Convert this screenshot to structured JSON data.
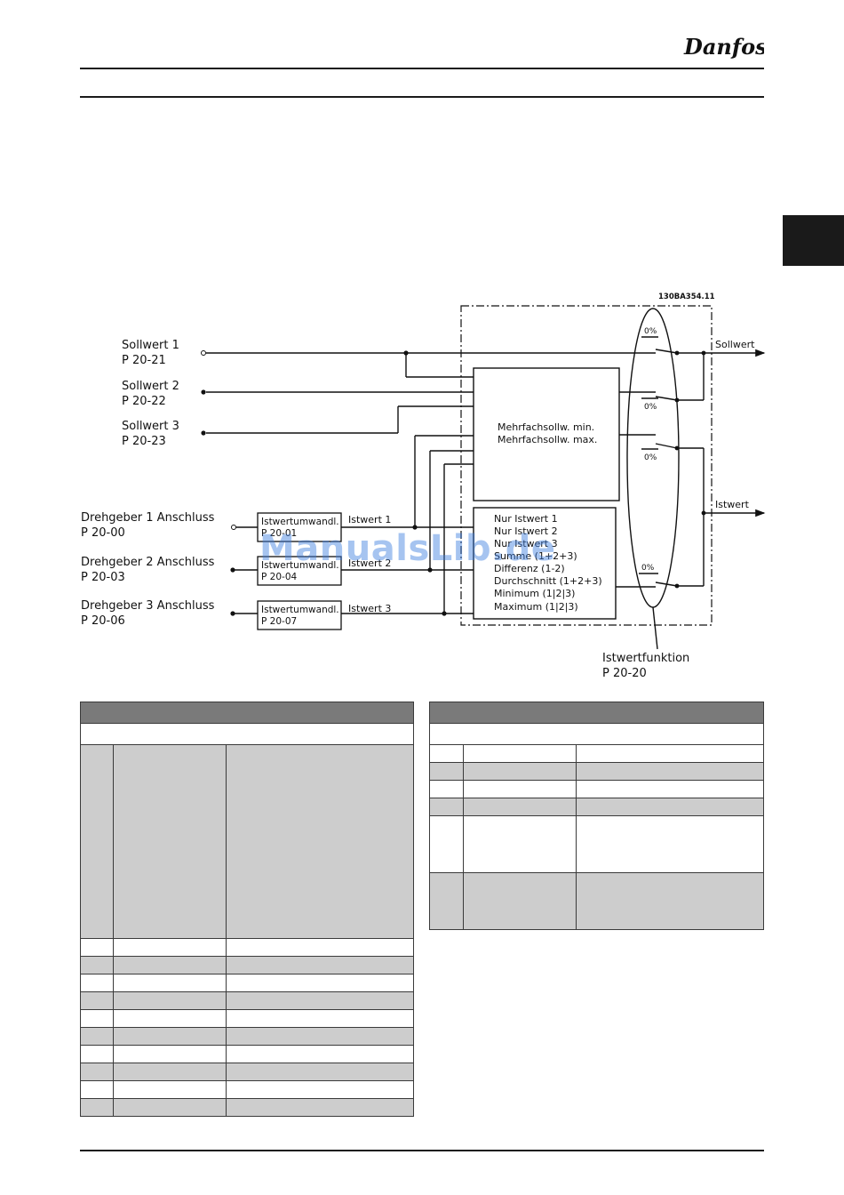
{
  "header": {
    "brand_logo_text": "Danfoss"
  },
  "diagram": {
    "figure_code": "130BA354.11",
    "inputs": [
      {
        "name": "Sollwert 1",
        "param": "P 20-21"
      },
      {
        "name": "Sollwert 2",
        "param": "P 20-22"
      },
      {
        "name": "Sollwert 3",
        "param": "P 20-23"
      }
    ],
    "encoders": [
      {
        "name": "Drehgeber 1 Anschluss",
        "param": "P 20-00",
        "conv_label": "Istwertumwandl.",
        "conv_param": "P 20-01",
        "out_label": "Istwert 1"
      },
      {
        "name": "Drehgeber 2 Anschluss",
        "param": "P 20-03",
        "conv_label": "Istwertumwandl.",
        "conv_param": "P 20-04",
        "out_label": "Istwert 2"
      },
      {
        "name": "Drehgeber 3 Anschluss",
        "param": "P 20-06",
        "conv_label": "Istwertumwandl.",
        "conv_param": "P 20-07",
        "out_label": "Istwert 3"
      }
    ],
    "multi_setpoint_block": [
      "Mehrfachsollw. min.",
      "Mehrfachsollw. max."
    ],
    "feedback_functions": [
      "Nur Istwert 1",
      "Nur Istwert 2",
      "Nur Istwert 3",
      "Summe (1+2+3)",
      "Differenz (1-2)",
      "Durchschnitt (1+2+3)",
      "Minimum (1|2|3)",
      "Maximum (1|2|3)"
    ],
    "switch_labels": [
      "0%",
      "0%",
      "0%",
      "0%"
    ],
    "outputs": {
      "setpoint": "Sollwert",
      "feedback": "Istwert"
    },
    "function_selector": {
      "label": "Istwertfunktion",
      "param": "P 20-20"
    }
  },
  "watermark": "ManualsLib.de"
}
